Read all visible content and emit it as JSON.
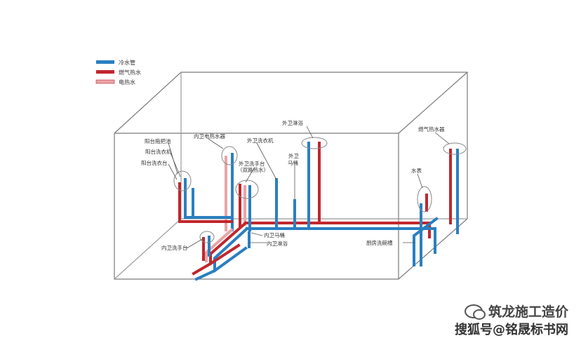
{
  "legend": [
    {
      "label": "冷水管",
      "color": "#2a7fc0"
    },
    {
      "label": "燃气热水",
      "color": "#c0272d"
    },
    {
      "label": "电热水",
      "color": "#e8a5a8"
    }
  ],
  "labels": {
    "balcony_mop": "阳台拖把池",
    "balcony_washer": "阳台洗衣机",
    "balcony_basin": "阳台洗衣台",
    "inner_heater": "内卫电热水器",
    "outer_washer": "外卫洗衣机",
    "outer_basin": "外卫洗手台",
    "outer_basin_2": "（双路热水）",
    "outer_toilet": "外卫",
    "outer_toilet_2": "马桶",
    "outer_shower": "外卫淋浴",
    "gas_heater": "燃气热水器",
    "water_meter": "水表",
    "inner_basin": "内卫洗手台",
    "inner_toilet": "内卫马桶",
    "inner_shower": "内卫淋浴",
    "kitchen_sink": "厨房洗碗槽"
  },
  "watermark": {
    "line1": "筑龙施工造价",
    "line2": "搜狐号@铭晟标书网"
  }
}
